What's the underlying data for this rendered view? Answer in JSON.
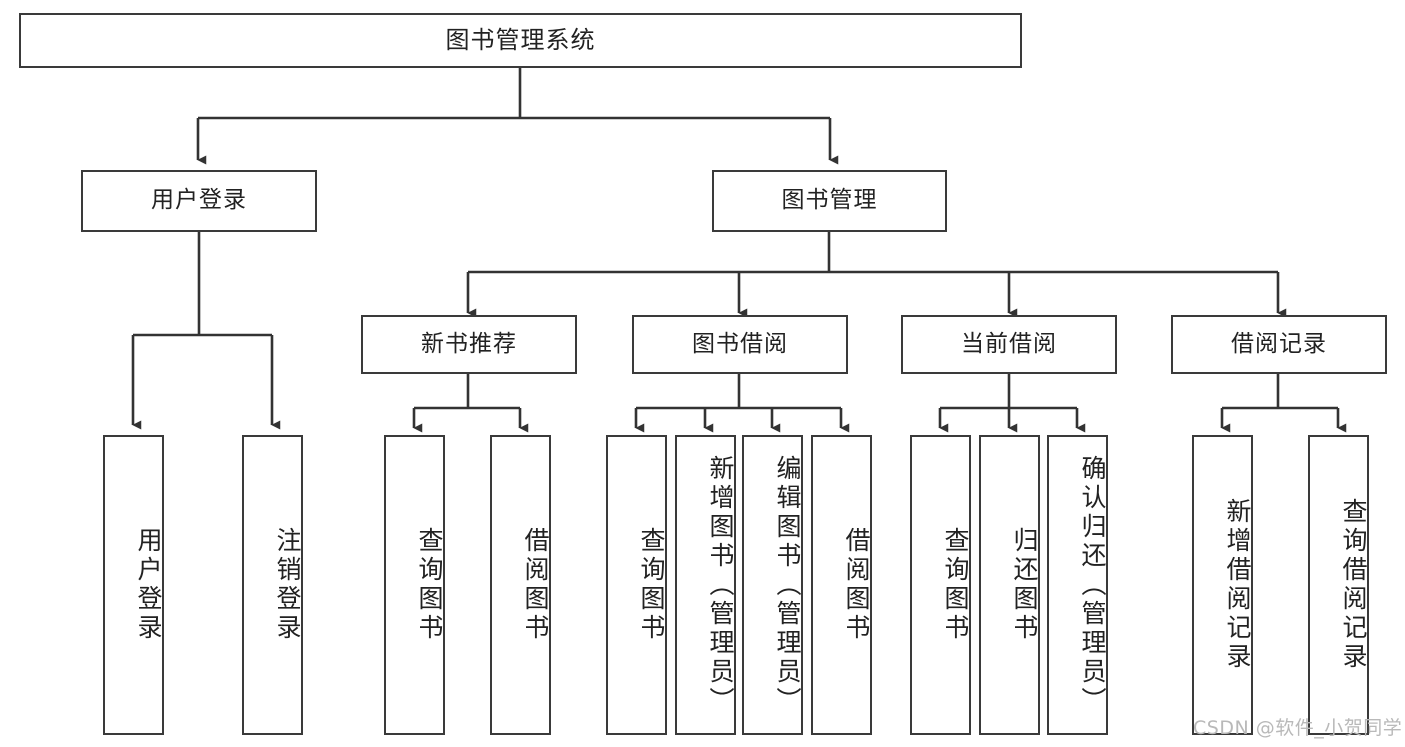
{
  "diagram": {
    "title": "图书管理系统",
    "type": "hierarchy-tree",
    "watermark": "CSDN @软件_小贺同学",
    "colors": {
      "box_border": "#3a3a3a",
      "box_fill": "#ffffff",
      "connector": "#333333",
      "text": "#222222",
      "watermark": "#b9b9b9"
    },
    "levels": {
      "root": "图书管理系统",
      "level2": [
        "用户登录",
        "图书管理"
      ],
      "level3_under_book_management": [
        "新书推荐",
        "图书借阅",
        "当前借阅",
        "借阅记录"
      ],
      "leaves_under_user_login": [
        "用户登录",
        "注销登录"
      ],
      "leaves_under_new_book": [
        "查询图书",
        "借阅图书"
      ],
      "leaves_under_borrow": [
        "查询图书",
        "新增图书（管理员）",
        "编辑图书（管理员）",
        "借阅图书"
      ],
      "leaves_under_current": [
        "查询图书",
        "归还图书",
        "确认归还（管理员）"
      ],
      "leaves_under_records": [
        "新增借阅记录",
        "查询借阅记录"
      ]
    },
    "nodes": {
      "root": {
        "label": "图书管理系统"
      },
      "user_login": {
        "label": "用户登录"
      },
      "book_management": {
        "label": "图书管理"
      },
      "new_book_rec": {
        "label": "新书推荐"
      },
      "book_borrow": {
        "label": "图书借阅"
      },
      "current_borrow": {
        "label": "当前借阅"
      },
      "borrow_record": {
        "label": "借阅记录"
      },
      "leaf_user_login": {
        "label": "用户登录"
      },
      "leaf_logout": {
        "label": "注销登录"
      },
      "leaf_query_book_a": {
        "label": "查询图书"
      },
      "leaf_borrow_book_a": {
        "label": "借阅图书"
      },
      "leaf_query_book_b": {
        "label": "查询图书"
      },
      "leaf_add_book": {
        "label": "新增图书（管理员）"
      },
      "leaf_edit_book": {
        "label": "编辑图书（管理员）"
      },
      "leaf_borrow_book_b": {
        "label": "借阅图书"
      },
      "leaf_query_book_c": {
        "label": "查询图书"
      },
      "leaf_return_book": {
        "label": "归还图书"
      },
      "leaf_confirm_return": {
        "label": "确认归还（管理员）"
      },
      "leaf_add_record": {
        "label": "新增借阅记录"
      },
      "leaf_query_record": {
        "label": "查询借阅记录"
      }
    }
  }
}
